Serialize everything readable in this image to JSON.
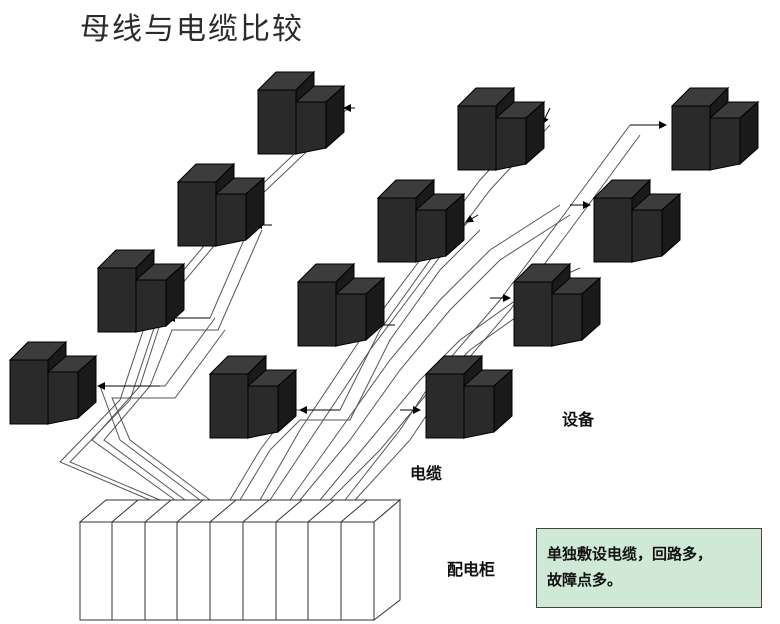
{
  "title": "母线与电缆比较",
  "labels": {
    "device": "设备",
    "cable": "电缆",
    "cabinet": "配电柜"
  },
  "note": {
    "line1": "单独敷设电缆，回路多，",
    "line2": "故障点多。"
  },
  "colors": {
    "device_front": "#2a2a2a",
    "device_side": "#1a1a1a",
    "device_top": "#3c3c3c",
    "note_bg": "#cfe9d6"
  }
}
